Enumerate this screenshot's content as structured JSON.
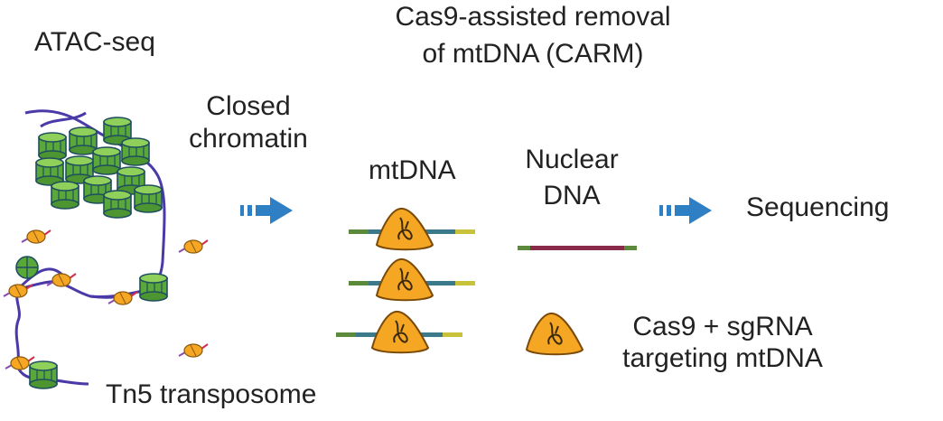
{
  "labels": {
    "atac_seq": "ATAC-seq",
    "carm_line1": "Cas9-assisted removal",
    "carm_line2": "of mtDNA (CARM)",
    "closed_line1": "Closed",
    "closed_line2": "chromatin",
    "mtdna": "mtDNA",
    "nuclear_line1": "Nuclear",
    "nuclear_line2": "DNA",
    "sequencing": "Sequencing",
    "legend_line1": "Cas9 + sgRNA",
    "legend_line2": "targeting mtDNA",
    "tn5": "Tn5 transposome"
  },
  "colors": {
    "nucleosome_green": "#5aa83a",
    "nucleosome_dark": "#1f4f5e",
    "dna_strand": "#4a3aa8",
    "cas9_orange": "#f5a623",
    "arrow_blue": "#2f7fc4",
    "nuclear_dna": "#8a2a4a",
    "mtdna_teal": "#3a7a8a",
    "mtdna_yellow": "#c8c23a"
  }
}
